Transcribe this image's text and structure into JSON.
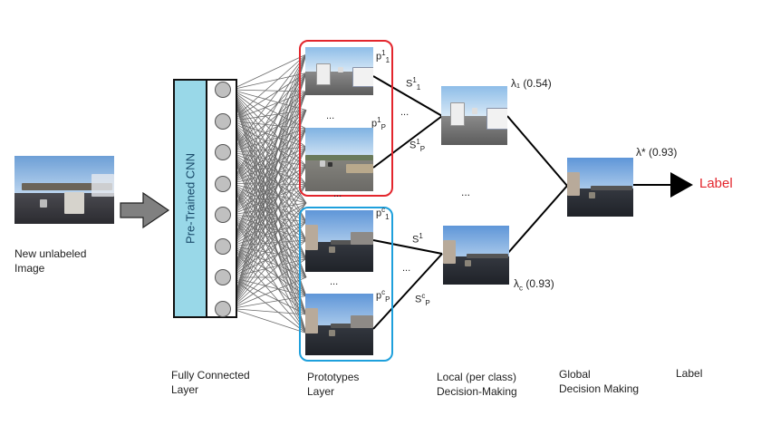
{
  "input": {
    "caption_line1": "New unlabeled",
    "caption_line2": "Image"
  },
  "cnn": {
    "label": "Pre-Trained CNN",
    "neuron_count": 8
  },
  "prototypes": {
    "class1": {
      "top_label_base": "p",
      "top_label_sup": "1",
      "top_label_sub": "1",
      "bottom_label_base": "p",
      "bottom_label_sup": "1",
      "bottom_label_sub": "P",
      "ellipsis": "...",
      "border_color": "#e3262d"
    },
    "classC": {
      "top_label_base": "p",
      "top_label_sup": "c",
      "top_label_sub": "1",
      "bottom_label_base": "p",
      "bottom_label_sup": "c",
      "bottom_label_sub": "P",
      "ellipsis": "...",
      "border_color": "#1ea0dc"
    },
    "between_ellipsis": "..."
  },
  "similarity": {
    "s1_1": {
      "base": "S",
      "sup": "1",
      "sub": "1"
    },
    "s1_p": {
      "base": "S",
      "sup": "1",
      "sub": "P"
    },
    "sc_1": {
      "base": "S",
      "sup": "1",
      "sub": ""
    },
    "sc_p": {
      "base": "S",
      "sup": "c",
      "sub": "P"
    },
    "ellipsis_top": "...",
    "ellipsis_bottom": "..."
  },
  "local": {
    "lambda1": "λ₁ (0.54)",
    "lambdac_base": "λ",
    "lambdac_sub": "c",
    "lambdac_value": "(0.93)",
    "middle_ellipsis": "..."
  },
  "global": {
    "lambda_star": "λ* (0.93)"
  },
  "output": {
    "label": "Label",
    "label_color": "#e3262d"
  },
  "captions": {
    "fc_line1": "Fully Connected",
    "fc_line2": "Layer",
    "proto_line1": "Prototypes",
    "proto_line2": "Layer",
    "local_line1": "Local (per class)",
    "local_line2": "Decision-Making",
    "global_line1": "Global",
    "global_line2": "Decision Making",
    "label": "Label"
  },
  "colors": {
    "cnn_fill": "#99d8e8",
    "neuron_fill": "#c0c0c0",
    "arrow_fill": "#808080"
  }
}
